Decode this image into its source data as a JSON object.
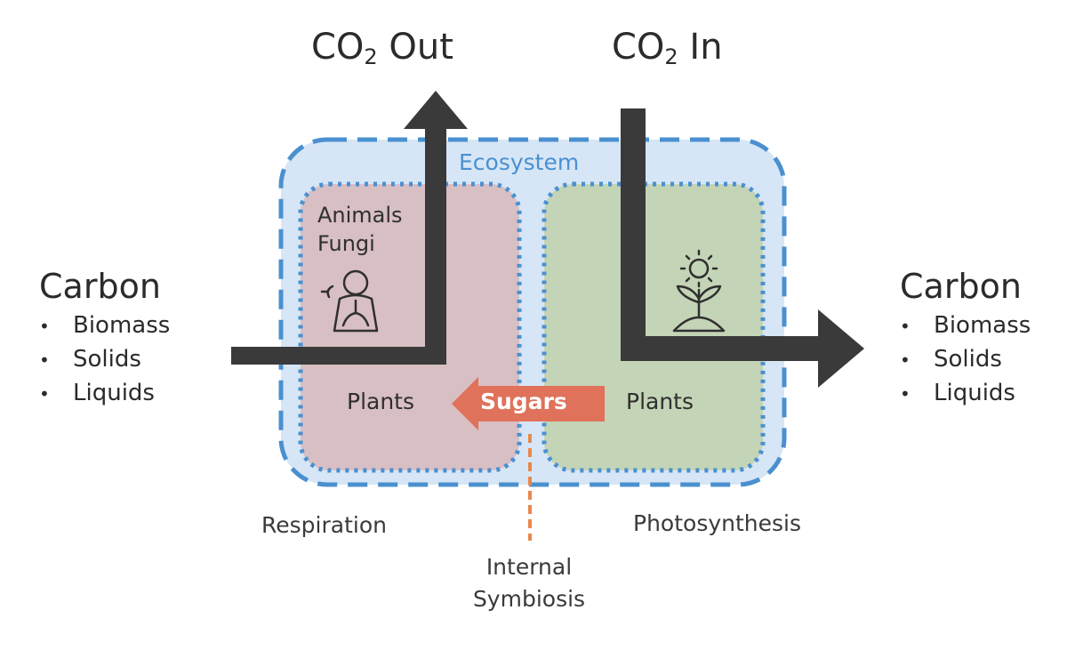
{
  "co2_out": {
    "prefix": "CO",
    "subscript": "2",
    "suffix": " Out"
  },
  "co2_in": {
    "prefix": "CO",
    "subscript": "2",
    "suffix": " In"
  },
  "carbon_left": {
    "title": "Carbon",
    "items": [
      "Biomass",
      "Solids",
      "Liquids"
    ]
  },
  "carbon_right": {
    "title": "Carbon",
    "items": [
      "Biomass",
      "Solids",
      "Liquids"
    ]
  },
  "ecosystem_label": "Ecosystem",
  "left_box": {
    "line1": "Animals",
    "line2": "Fungi",
    "plants": "Plants",
    "icon": "lungs-person-icon"
  },
  "right_box": {
    "plants": "Plants",
    "icon": "sprouting-plant-sun-icon"
  },
  "sugars_label": "Sugars",
  "respiration_label": "Respiration",
  "photosynthesis_label": "Photosynthesis",
  "symbiosis": {
    "line1": "Internal",
    "line2": "Symbiosis"
  },
  "colors": {
    "ecosystem_fill": "#d6e6f6",
    "ecosystem_border": "#4a90d0",
    "respiration_fill": "#d8bfc3",
    "photosynthesis_fill": "#c4d4b6",
    "arrow_dark": "#3a3a3a",
    "sugars_arrow": "#e0715a",
    "symbiosis_line": "#e8894d"
  }
}
